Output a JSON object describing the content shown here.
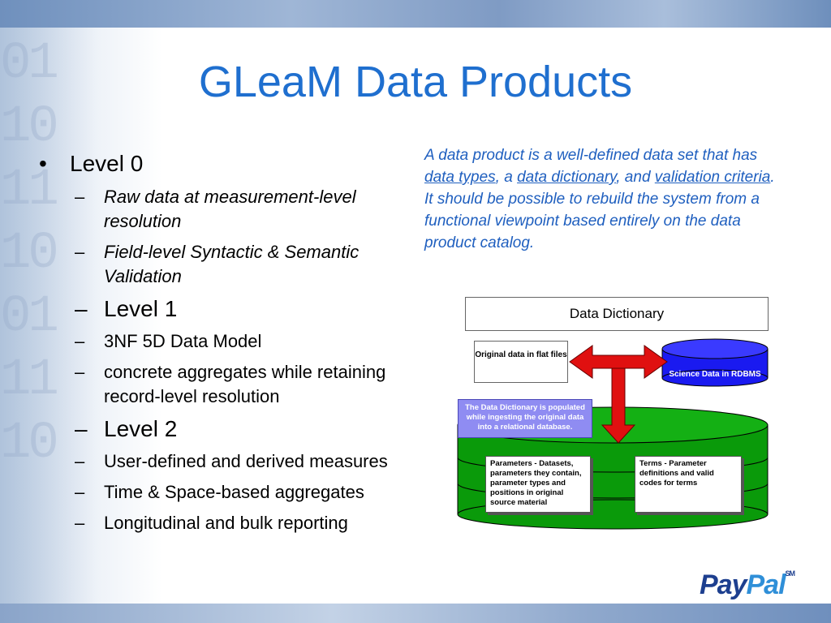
{
  "slide": {
    "title": "GLeaM Data Products"
  },
  "outline": {
    "level0": "Level 0",
    "level0_items": [
      "Raw data at measurement-level resolution",
      "Field-level Syntactic & Semantic Validation"
    ],
    "level1": "Level 1",
    "level1_items": [
      "3NF 5D Data Model",
      "concrete aggregates while retaining record-level resolution"
    ],
    "level2": "Level 2",
    "level2_items": [
      "User-defined and derived measures",
      "Time & Space-based aggregates",
      "Longitudinal and bulk reporting"
    ]
  },
  "definition": {
    "part1": "A data product is a well-defined data set that has ",
    "link1": "data types",
    "part2": ", a ",
    "link2": "data dictionary",
    "part3": ", and ",
    "link3": "validation criteria",
    "part4": ". It should be possible to rebuild the system from a functional viewpoint based entirely on the data product catalog."
  },
  "diagram": {
    "dictionary_label": "Data Dictionary",
    "original_data": "Original data in flat files",
    "rdbms_label": "Science Data in RDBMS",
    "populated_note": "The Data Dictionary is populated while ingesting the original data into a relational database.",
    "parameters": "Parameters - Datasets, parameters they contain, parameter types and positions in original source material",
    "terms": "Terms - Parameter definitions and valid codes for terms"
  },
  "logo": {
    "pay": "Pay",
    "pal": "Pal",
    "mark": "SM"
  },
  "colors": {
    "title": "#1f6fcf",
    "definition": "#1f5fbf",
    "cylinder_green": "#0a9a0a",
    "cylinder_blue": "#1a1af0",
    "arrow_red": "#e01010"
  }
}
